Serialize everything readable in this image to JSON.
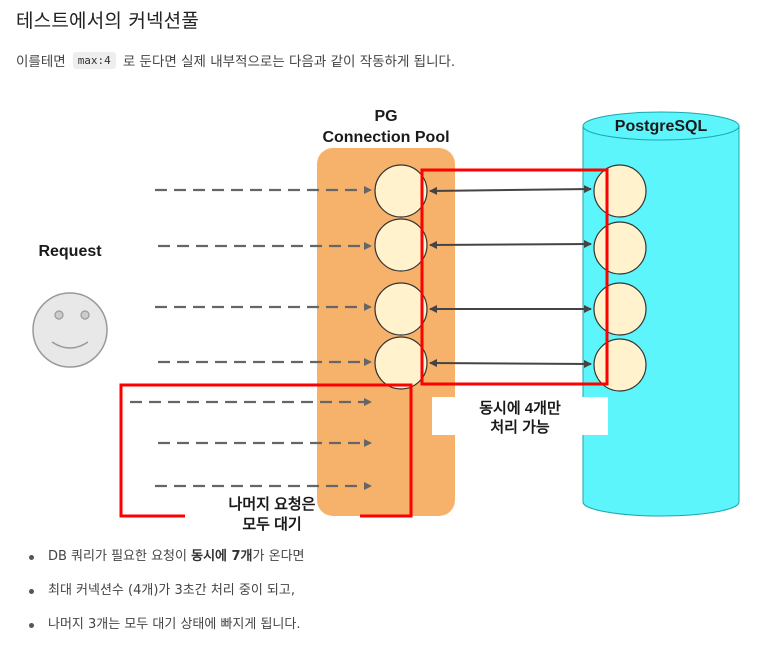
{
  "section": {
    "title": "테스트에서의 커넥션풀"
  },
  "intro": {
    "before": "이를테면",
    "code": "max:4",
    "after": "로 둔다면 실제 내부적으로는 다음과 같이 작동하게 됩니다."
  },
  "diagram": {
    "request_label": "Request",
    "pool_title_line1": "PG",
    "pool_title_line2": "Connection Pool",
    "db_title": "PostgreSQL",
    "concurrent_line1": "동시에 4개만",
    "concurrent_line2": "처리 가능",
    "waiting_line1": "나머지 요청은",
    "waiting_line2": "모두 대기",
    "colors": {
      "pool": "#f6b26b",
      "database": "#5cf5fb",
      "highlight": "#ff0000",
      "connection": "#fff2cc"
    }
  },
  "bullets": {
    "b1_prefix": "DB 쿼리가 필요한 요청이 ",
    "b1_strong": "동시에 7개",
    "b1_suffix": "가 온다면",
    "b2": "최대 커넥션수 (4개)가 3초간 처리 중이 되고,",
    "b3": "나머지 3개는 모두 대기 상태에 빠지게 됩니다."
  }
}
